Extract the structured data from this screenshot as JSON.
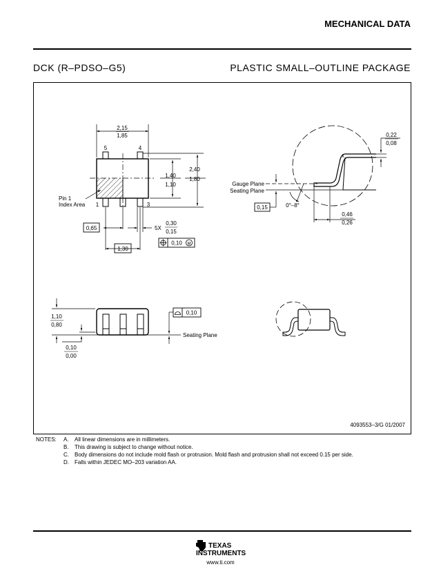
{
  "header": {
    "title": "MECHANICAL DATA",
    "package_code": "DCK (R–PDSO–G5)",
    "package_desc": "PLASTIC SMALL–OUTLINE PACKAGE"
  },
  "drawing": {
    "top_view": {
      "width_max": "2,15",
      "width_min": "1,85",
      "pin_5": "5",
      "pin_4": "4",
      "pin_1": "1",
      "pin_3": "3",
      "pin1_label_1": "Pin 1",
      "pin1_label_2": "Index Area",
      "body_height_max": "1,40",
      "body_height_min": "1,10",
      "total_height_max": "2,40",
      "total_height_min": "1,80",
      "pitch": "0,65",
      "lead_width_prefix": "5X",
      "lead_width_max": "0,30",
      "lead_width_min": "0,15",
      "position_tol": "0,10",
      "position_mod": "M",
      "pin_span": "1,30"
    },
    "side_detail": {
      "lead_thick_max": "0,22",
      "lead_thick_min": "0,08",
      "gauge_plane": "Gauge Plane",
      "seating_plane": "Seating Plane",
      "gauge_height": "0,15",
      "angle": "0°–8°",
      "foot_max": "0,46",
      "foot_min": "0,26"
    },
    "front_view": {
      "height_max": "1,10",
      "height_min": "0,80",
      "coplanarity": "0,10",
      "seating_plane": "Seating Plane",
      "standoff_max": "0,10",
      "standoff_min": "0,00"
    }
  },
  "doc_id": "4093553–3/G  01/2007",
  "notes": {
    "label": "NOTES:",
    "items": [
      {
        "letter": "A.",
        "text": "All linear dimensions are in millimeters."
      },
      {
        "letter": "B.",
        "text": "This drawing is subject to change without notice."
      },
      {
        "letter": "C.",
        "text": "Body dimensions do not include mold flash or protrusion. Mold flash and protrusion shall not exceed 0.15 per side."
      },
      {
        "letter": "D.",
        "text": "Falls within JEDEC MO–203 variation AA."
      }
    ]
  },
  "footer": {
    "logo_line1": "TEXAS",
    "logo_line2": "INSTRUMENTS",
    "url": "www.ti.com"
  }
}
